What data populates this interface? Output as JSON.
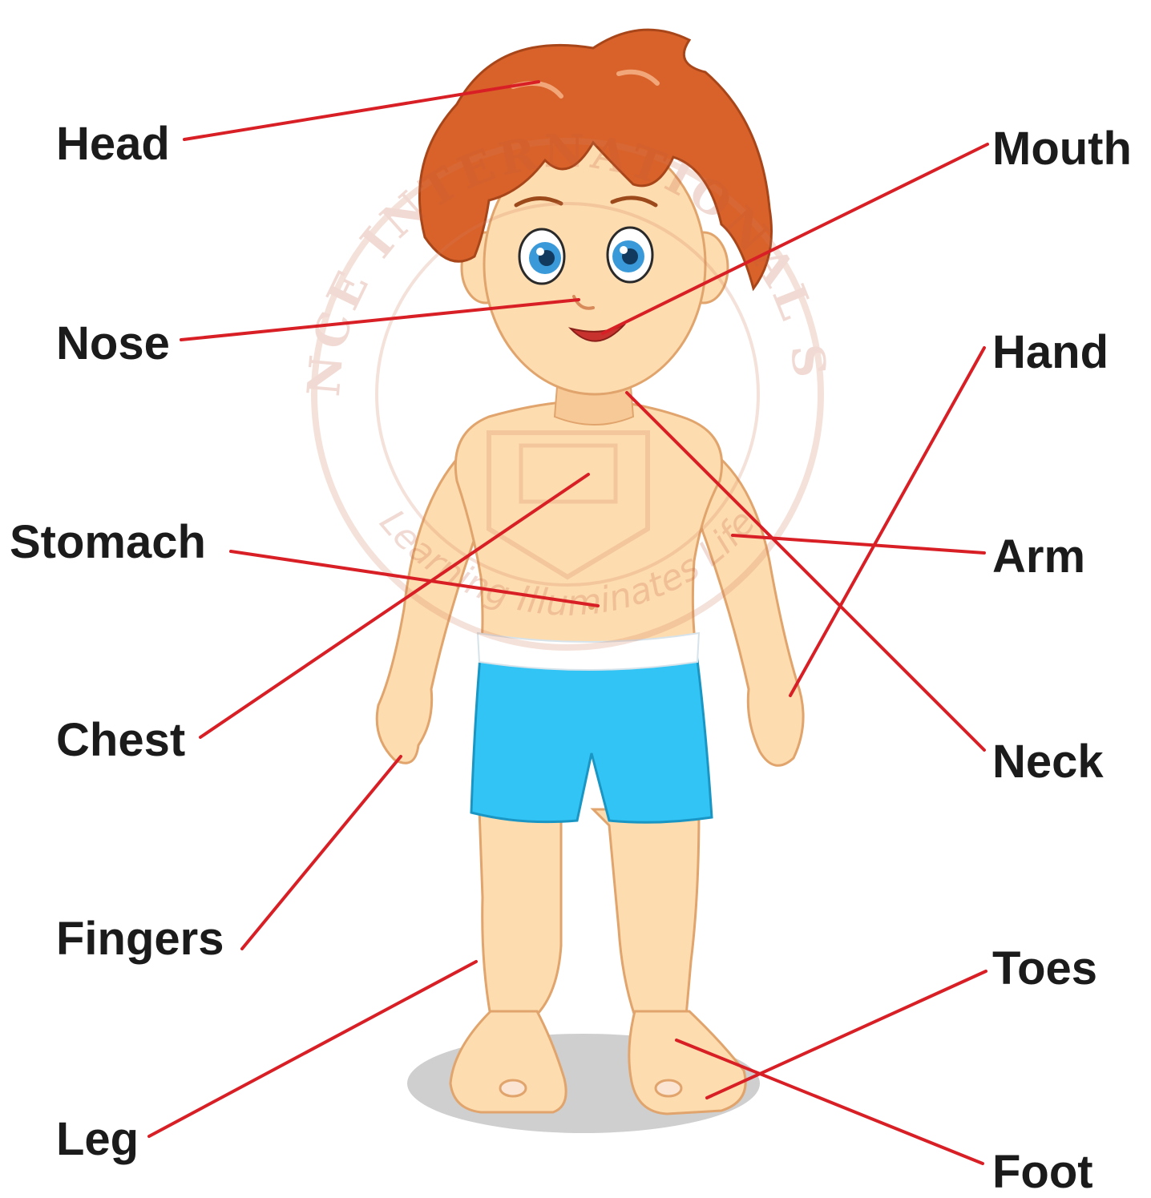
{
  "labels": {
    "head": "Head",
    "nose": "Nose",
    "stomach": "Stomach",
    "chest": "Chest",
    "fingers": "Fingers",
    "leg": "Leg",
    "mouth": "Mouth",
    "hand": "Hand",
    "arm": "Arm",
    "neck": "Neck",
    "toes": "Toes",
    "foot": "Foot"
  },
  "watermark": {
    "name": "FLORENCE INTERNATIONAL SCHOOL",
    "motto": "Learning Illuminates Life"
  },
  "colors": {
    "pointer_line": "#d91f26",
    "label_text": "#1b1b1b",
    "hair": "#d9622a",
    "skin": "#fddcb0",
    "shorts": "#32c4f4",
    "waistband": "#ffffff",
    "shadow": "#cfcfcf",
    "eyes": "#3a9ad9"
  },
  "icons": {
    "figure": "boy-figure-illustration",
    "watermark": "school-seal-watermark"
  }
}
